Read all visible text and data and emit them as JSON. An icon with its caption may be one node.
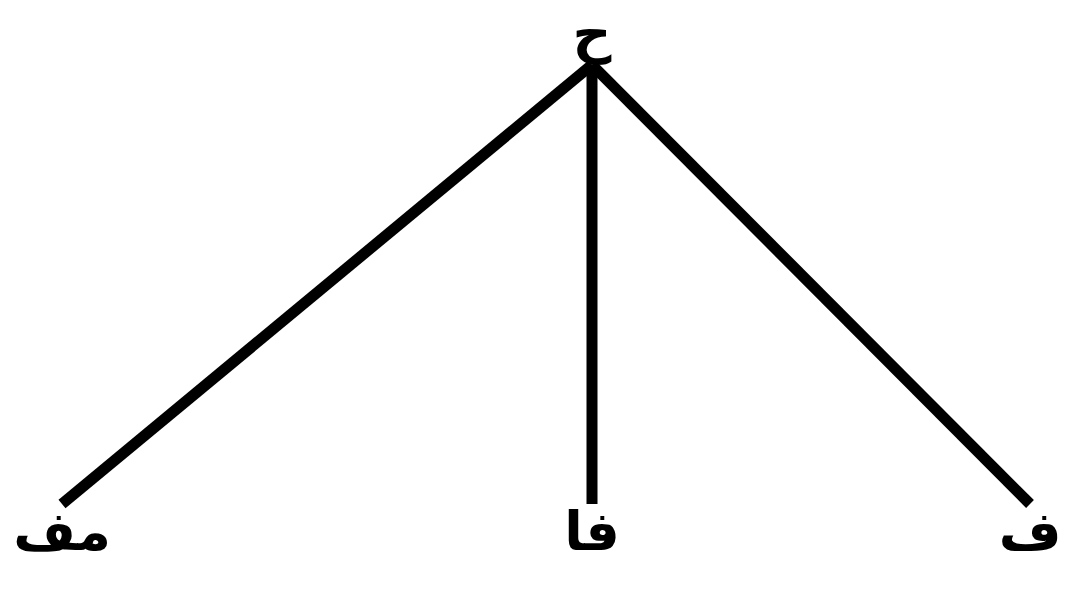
{
  "diagram": {
    "nodes": [
      {
        "text": [
          "ح"
        ]
      },
      {
        "text": [
          "مف"
        ]
      },
      {
        "text": [
          "فا"
        ]
      },
      {
        "text": [
          "ف"
        ]
      }
    ],
    "edges": [
      {
        "from": 0,
        "to": 1,
        "arrow": "none"
      },
      {
        "from": 0,
        "to": 2,
        "arrow": "none"
      },
      {
        "from": 0,
        "to": 3,
        "arrow": "none"
      }
    ]
  }
}
